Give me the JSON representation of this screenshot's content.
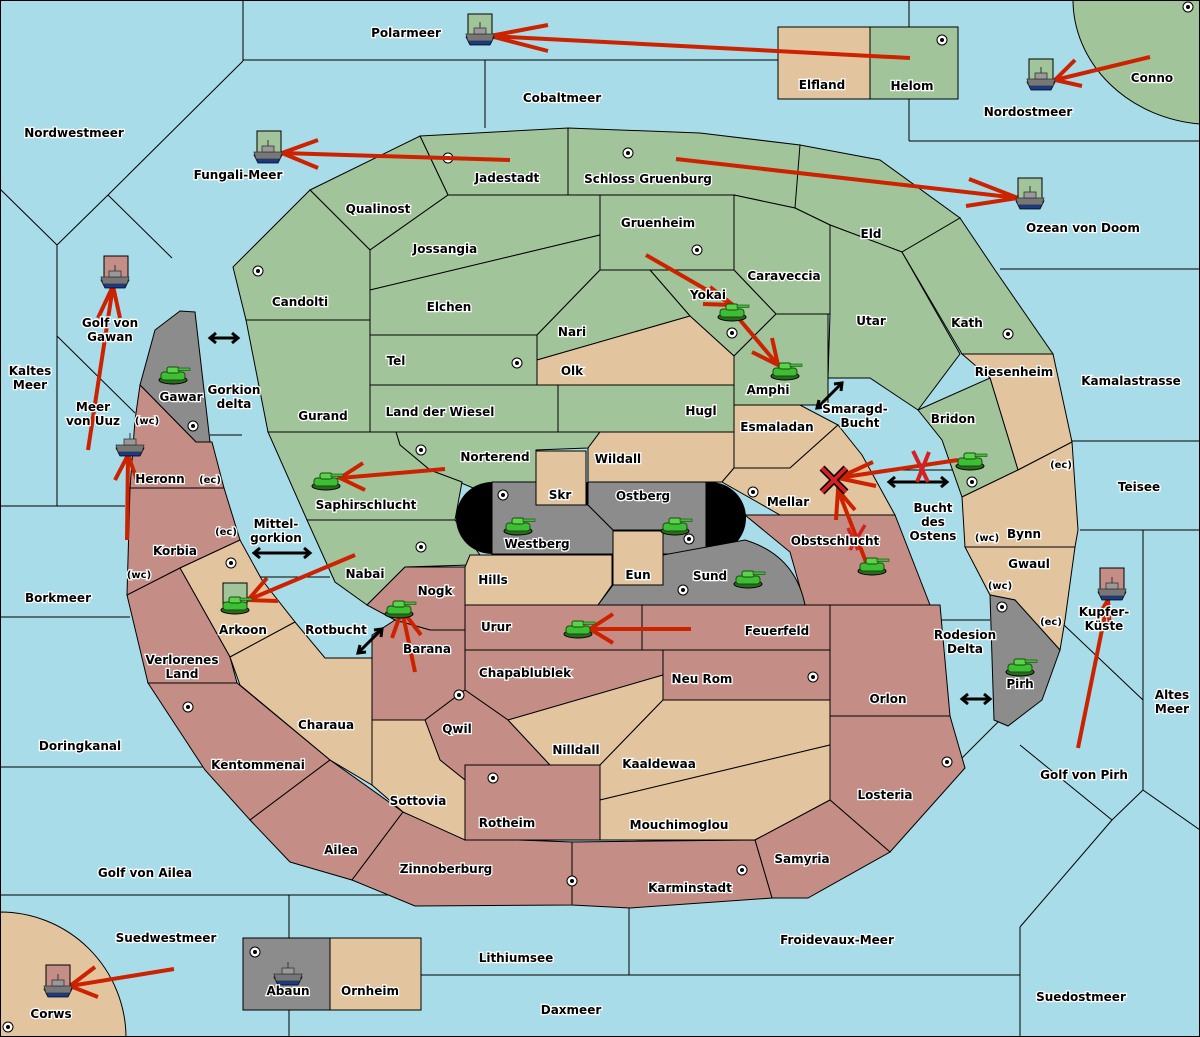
{
  "game": {
    "colors": {
      "sea": "#a8dce8",
      "green_power": "#a2c49a",
      "tan_power": "#e2c59e",
      "red_power": "#c48e86",
      "neutral": "#8c8c8c",
      "order_arrow": "#cc2200"
    }
  },
  "seas": {
    "polarmeer": "Polarmeer",
    "cobaltmeer": "Cobaltmeer",
    "nordwestmeer": "Nordwestmeer",
    "fungali_meer": "Fungali-Meer",
    "nordostmeer": "Nordostmeer",
    "ozean_von_doom": "Ozean von Doom",
    "kaltes_meer_1": "Kaltes",
    "kaltes_meer_2": "Meer",
    "golf_von_gawan_1": "Golf von",
    "golf_von_gawan_2": "Gawan",
    "meer_von_uuz_1": "Meer",
    "meer_von_uuz_2": "von Uuz",
    "gorkion_delta_1": "Gorkion",
    "gorkion_delta_2": "delta",
    "kamalastrasse": "Kamalastrasse",
    "teisee": "Teisee",
    "smaragd_bucht_1": "Smaragd-",
    "smaragd_bucht_2": "Bucht",
    "bucht_des_ostens_1": "Bucht",
    "bucht_des_ostens_2": "des",
    "bucht_des_ostens_3": "Ostens",
    "mittelgorkion_1": "Mittel-",
    "mittelgorkion_2": "gorkion",
    "borkmeer": "Borkmeer",
    "rotbucht": "Rotbucht",
    "rodesion_delta_1": "Rodesion",
    "rodesion_delta_2": "Delta",
    "kupferkueste_1": "Kupfer-",
    "kupferkueste_2": "Küste",
    "altes_meer_1": "Altes",
    "altes_meer_2": "Meer",
    "golf_von_pirh": "Golf von Pirh",
    "doringkanal": "Doringkanal",
    "golf_von_ailea": "Golf von Ailea",
    "suedwestmeer": "Suedwestmeer",
    "lithiumsee": "Lithiumsee",
    "froidevaux_meer": "Froidevaux-Meer",
    "daxmeer": "Daxmeer",
    "suedostmeer": "Suedostmeer"
  },
  "territories": {
    "elfland": "Elfland",
    "helom": "Helom",
    "conno": "Conno",
    "jadestadt": "Jadestadt",
    "schloss_gruenburg": "Schloss Gruenburg",
    "qualinost": "Qualinost",
    "jossangia": "Jossangia",
    "gruenheim": "Gruenheim",
    "eld": "Eld",
    "candolti": "Candolti",
    "elchen": "Elchen",
    "caraveccia": "Caraveccia",
    "yokai": "Yokai",
    "nari": "Nari",
    "utar": "Utar",
    "kath": "Kath",
    "tel": "Tel",
    "olk": "Olk",
    "amphi": "Amphi",
    "riesenheim": "Riesenheim",
    "gawar": "Gawar",
    "gurand": "Gurand",
    "land_der_wiesel": "Land der Wiesel",
    "hugl": "Hugl",
    "esmaladan": "Esmaladan",
    "bridon": "Bridon",
    "norterend": "Norterend",
    "wildall": "Wildall",
    "heronn": "Heronn",
    "skr": "Skr",
    "ostberg": "Ostberg",
    "mellar": "Mellar",
    "saphirschlucht": "Saphirschlucht",
    "westberg": "Westberg",
    "obstschlucht": "Obstschlucht",
    "bynn": "Bynn",
    "korbia": "Korbia",
    "nabai": "Nabai",
    "eun": "Eun",
    "sund": "Sund",
    "gwaul": "Gwaul",
    "hills": "Hills",
    "nogk": "Nogk",
    "arkoon": "Arkoon",
    "urur": "Urur",
    "feuerfeld": "Feuerfeld",
    "barana": "Barana",
    "verlorenes_land_1": "Verlorenes",
    "verlorenes_land_2": "Land",
    "chapablublek": "Chapablublek",
    "neu_rom": "Neu Rom",
    "pirh": "Pirh",
    "charaua": "Charaua",
    "qwil": "Qwil",
    "orlon": "Orlon",
    "nilldall": "Nilldall",
    "kentommenai": "Kentommenai",
    "kaaldewaa": "Kaaldewaa",
    "losteria": "Losteria",
    "sottovia": "Sottovia",
    "rotheim": "Rotheim",
    "mouchimoglou": "Mouchimoglou",
    "ailea": "Ailea",
    "samyria": "Samyria",
    "zinnoberburg": "Zinnoberburg",
    "karminstadt": "Karminstadt",
    "corws": "Corws",
    "abaun": "Abaun",
    "ornheim": "Ornheim"
  },
  "coasts": {
    "wc": "(wc)",
    "ec": "(ec)"
  }
}
